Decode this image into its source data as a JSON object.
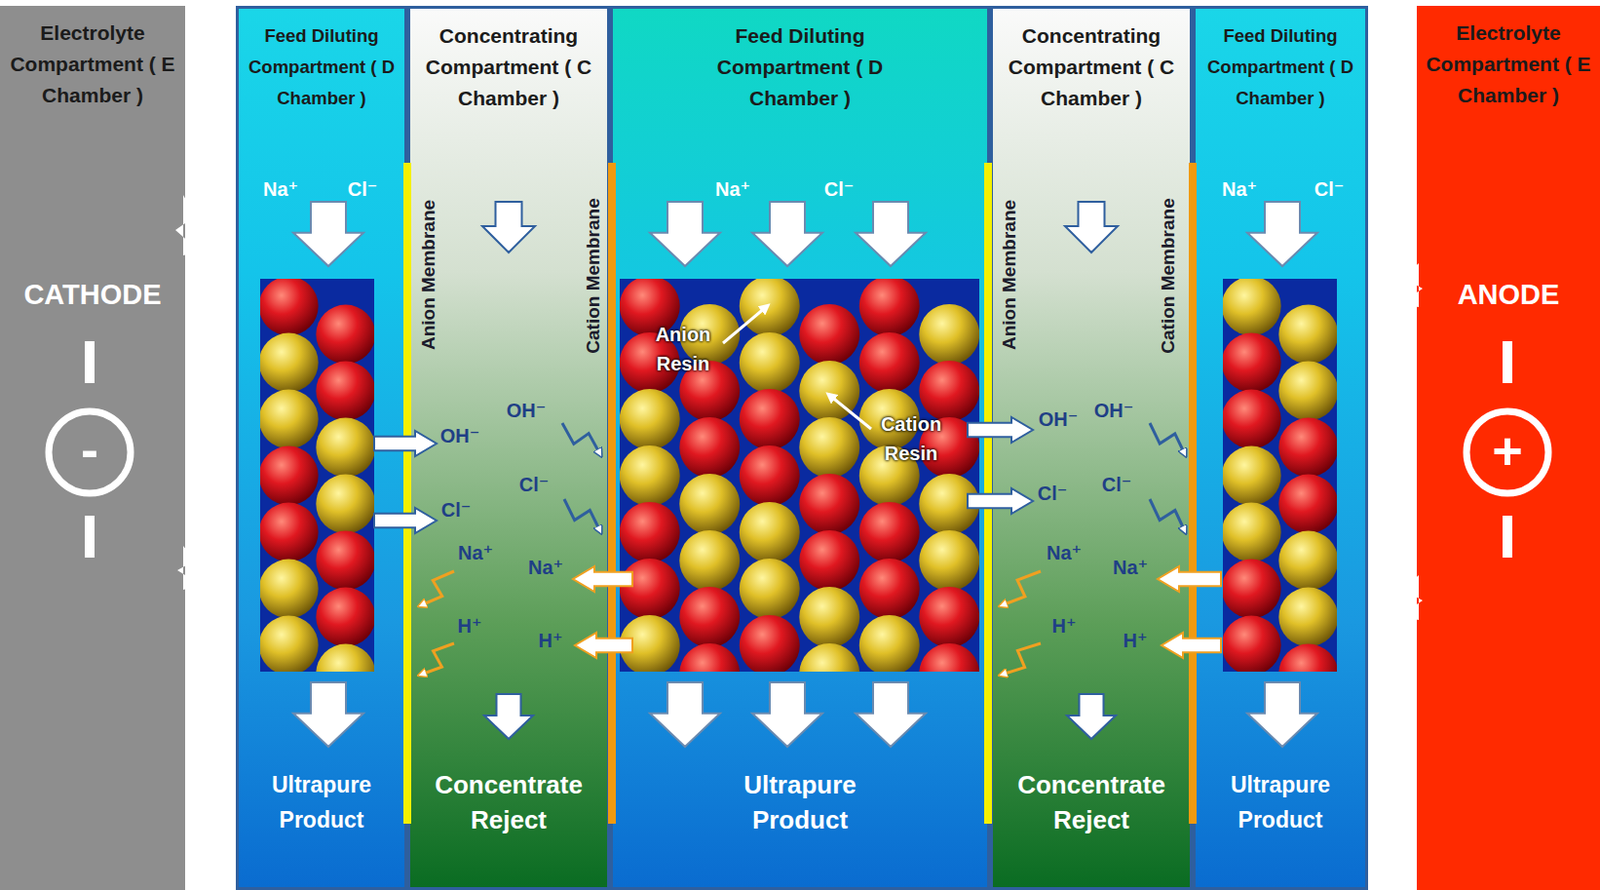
{
  "diagram": {
    "nodes": [
      {
        "text": [
          "Electrolyte Compartment ( E Chamber )",
          "CATHODE"
        ]
      },
      {
        "text": [
          "Feed Diluting Compartment ( D Chamber )",
          "Ultrapure Product"
        ]
      },
      {
        "text": [
          "Concentrating Compartment ( C Chamber )",
          "Concentrate Reject"
        ]
      },
      {
        "text": [
          "Feed Diluting Compartment ( D Chamber )",
          "Ultrapure Product"
        ]
      },
      {
        "text": [
          "Concentrating Compartment ( C Chamber )",
          "Concentrate Reject"
        ]
      },
      {
        "text": [
          "Feed Diluting Compartment ( D Chamber )",
          "Ultrapure Product"
        ]
      },
      {
        "text": [
          "Electrolyte Compartment ( E Chamber )",
          "ANODE"
        ]
      }
    ],
    "labels": [
      "Na⁺",
      "Cl⁻",
      "Anion Membrane",
      "Cation Membrane",
      "OH⁻",
      "Cl⁻",
      "Na⁺",
      "H⁺",
      "OH⁻",
      "Cl⁻",
      "Na⁺",
      "H⁺",
      "Na⁺",
      "Cl⁻",
      "Anion Resin",
      "Cation Resin",
      "Anion Membrane",
      "Cation Membrane",
      "OH⁻",
      "Cl⁻",
      "Na⁺",
      "H⁺",
      "OH⁻",
      "Cl⁻",
      "Na⁺",
      "H⁺",
      "Na⁺",
      "Cl⁻",
      "-",
      "+"
    ]
  }
}
